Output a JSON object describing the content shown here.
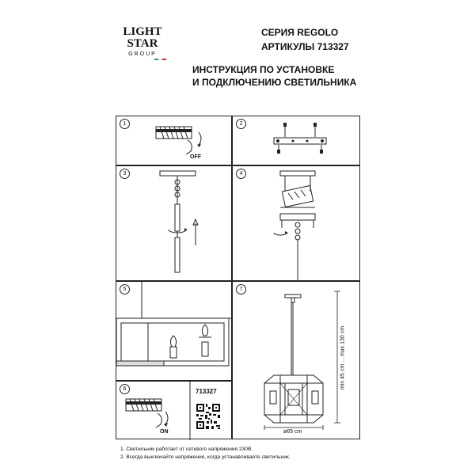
{
  "logo": {
    "line1": "LIGHT",
    "line2": "STAR",
    "line3": "GROUP"
  },
  "header": {
    "series": "СЕРИЯ REGOLO",
    "articles": "АРТИКУЛЫ 713327",
    "title1": "ИНСТРУКЦИЯ ПО УСТАНОВКЕ",
    "title2": "И ПОДКЛЮЧЕНИЮ СВЕТИЛЬНИКА"
  },
  "steps": {
    "s1": {
      "num": "1",
      "label": "OFF"
    },
    "s2": {
      "num": "2"
    },
    "s3": {
      "num": "3"
    },
    "s4": {
      "num": "4"
    },
    "s5": {
      "num": "5"
    },
    "s6": {
      "num": "6",
      "label": "ON",
      "article": "713327"
    },
    "s7": {
      "num": "7",
      "height": "min 45 cm ... max 130 cm",
      "diameter": "ø65 cm"
    }
  },
  "notes": [
    "1. Светильник работает от сетевого напряжения 230В.",
    "2. Всегда выключайте напряжение, когда устанавливаете светильник."
  ],
  "colors": {
    "line": "#222222",
    "flag_green": "#2e9e4a",
    "flag_red": "#d22a2a"
  }
}
